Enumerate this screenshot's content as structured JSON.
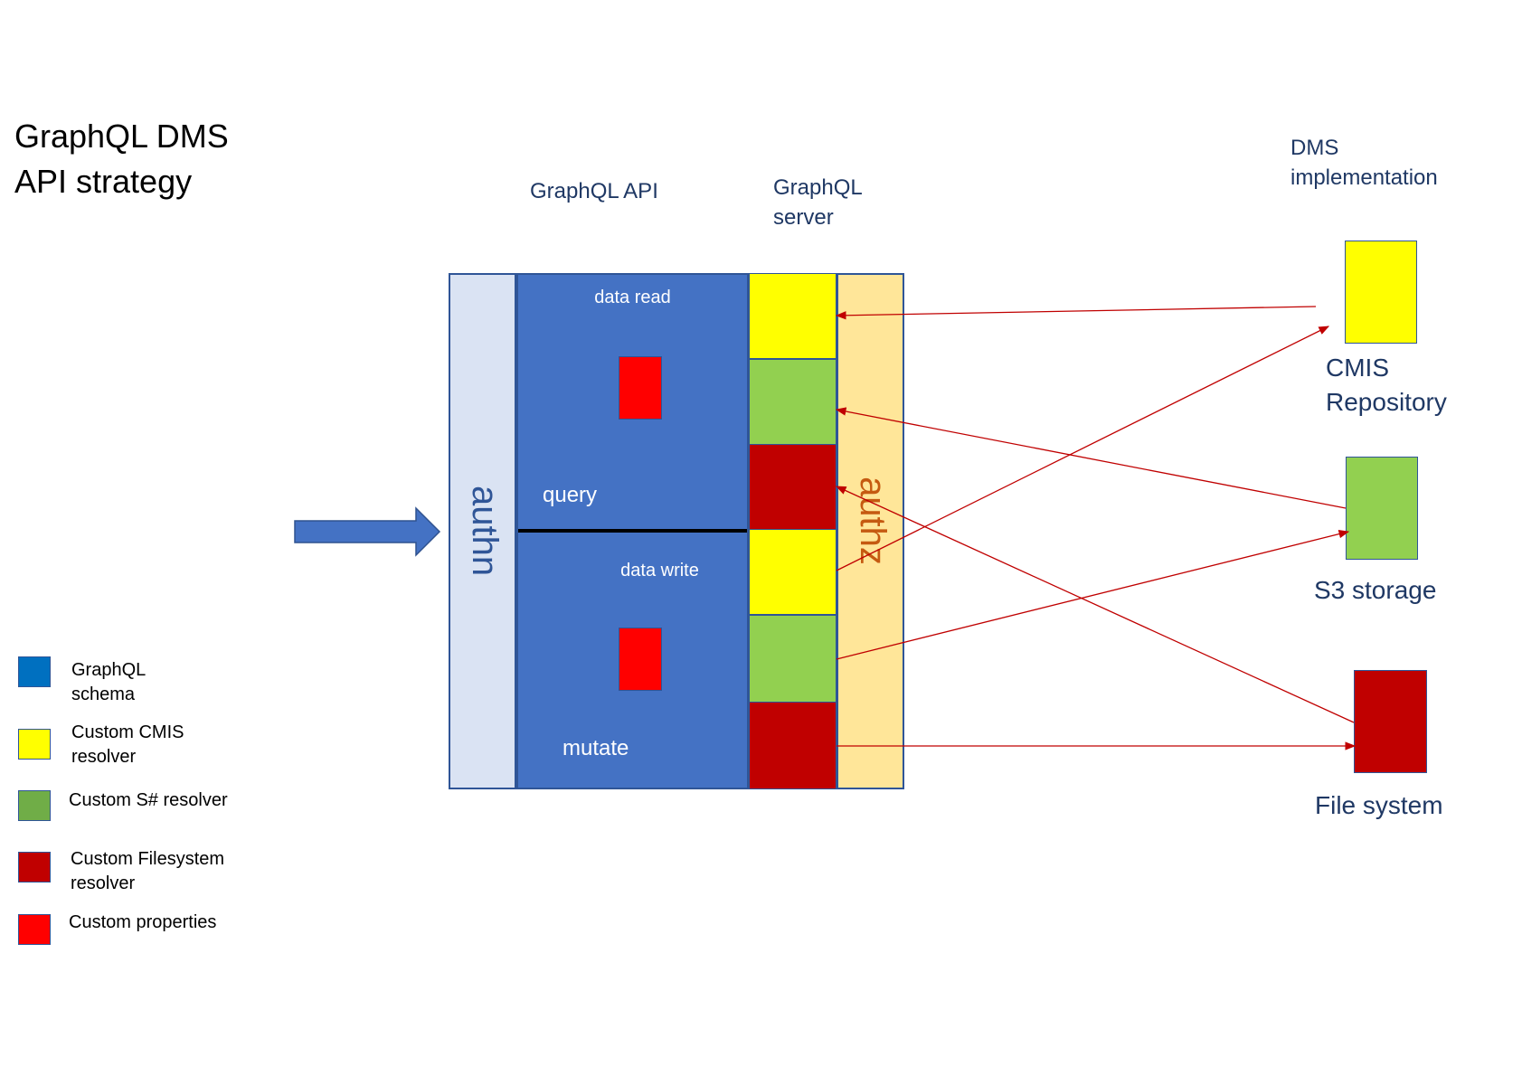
{
  "title": {
    "line1": "GraphQL DMS",
    "line2": "API strategy"
  },
  "headings": {
    "graphql_api": "GraphQL API",
    "graphql_server": {
      "line1": "GraphQL",
      "line2": "server"
    },
    "dms_implementation": {
      "line1": "DMS",
      "line2": "implementation"
    }
  },
  "api_stack": {
    "authn_label": "authn",
    "authz_label": "authz",
    "read": {
      "label": "data read",
      "section": "query"
    },
    "write": {
      "label": "data write",
      "section": "mutate"
    }
  },
  "targets": {
    "cmis": {
      "line1": "CMIS",
      "line2": "Repository"
    },
    "s3": {
      "label": "S3 storage"
    },
    "fs": {
      "label": "File system"
    }
  },
  "legend": [
    {
      "line1": "GraphQL",
      "line2": "schema",
      "color": "#0070c0"
    },
    {
      "line1": "Custom CMIS",
      "line2": "resolver",
      "color": "#ffff00"
    },
    {
      "line1": "Custom S# resolver",
      "line2": "",
      "color": "#70ad47"
    },
    {
      "line1": "Custom Filesystem",
      "line2": "resolver",
      "color": "#c00000"
    },
    {
      "line1": "Custom properties",
      "line2": "",
      "color": "#ff0000"
    }
  ],
  "colors": {
    "schema_blue": "#4472c4",
    "authn_fill": "#dae3f3",
    "authz_fill": "#ffe699",
    "cmis_yellow": "#ffff00",
    "s3_green": "#92d050",
    "fs_red": "#c00000",
    "custom_red": "#ff0000",
    "arrow_red": "#c00000",
    "text_navy": "#1f3864"
  }
}
